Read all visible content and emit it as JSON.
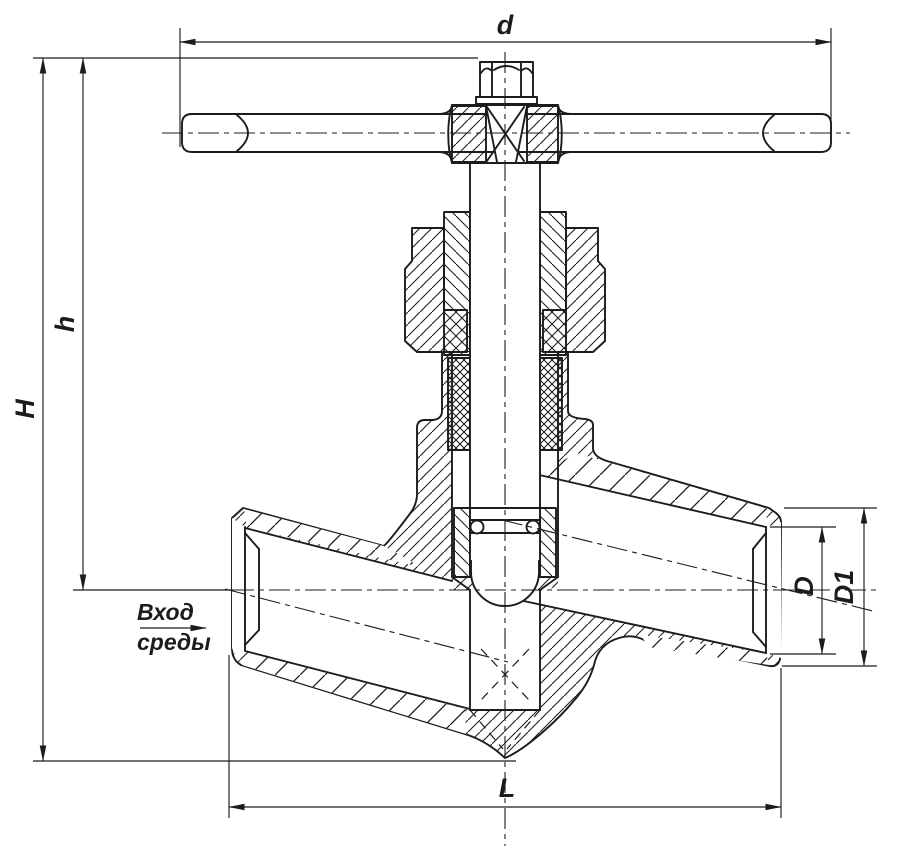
{
  "drawing": {
    "type": "valve-cross-section",
    "colors": {
      "ink": "#1c1c1c",
      "background": "#ffffff"
    },
    "dimensions": {
      "handle_width": "d",
      "total_height": "H",
      "height_to_axis": "h",
      "bore_diameter": "D",
      "outer_diameter": "D1",
      "body_length": "L"
    },
    "flow_note": {
      "line1": "Вход",
      "line2": "среды"
    }
  }
}
